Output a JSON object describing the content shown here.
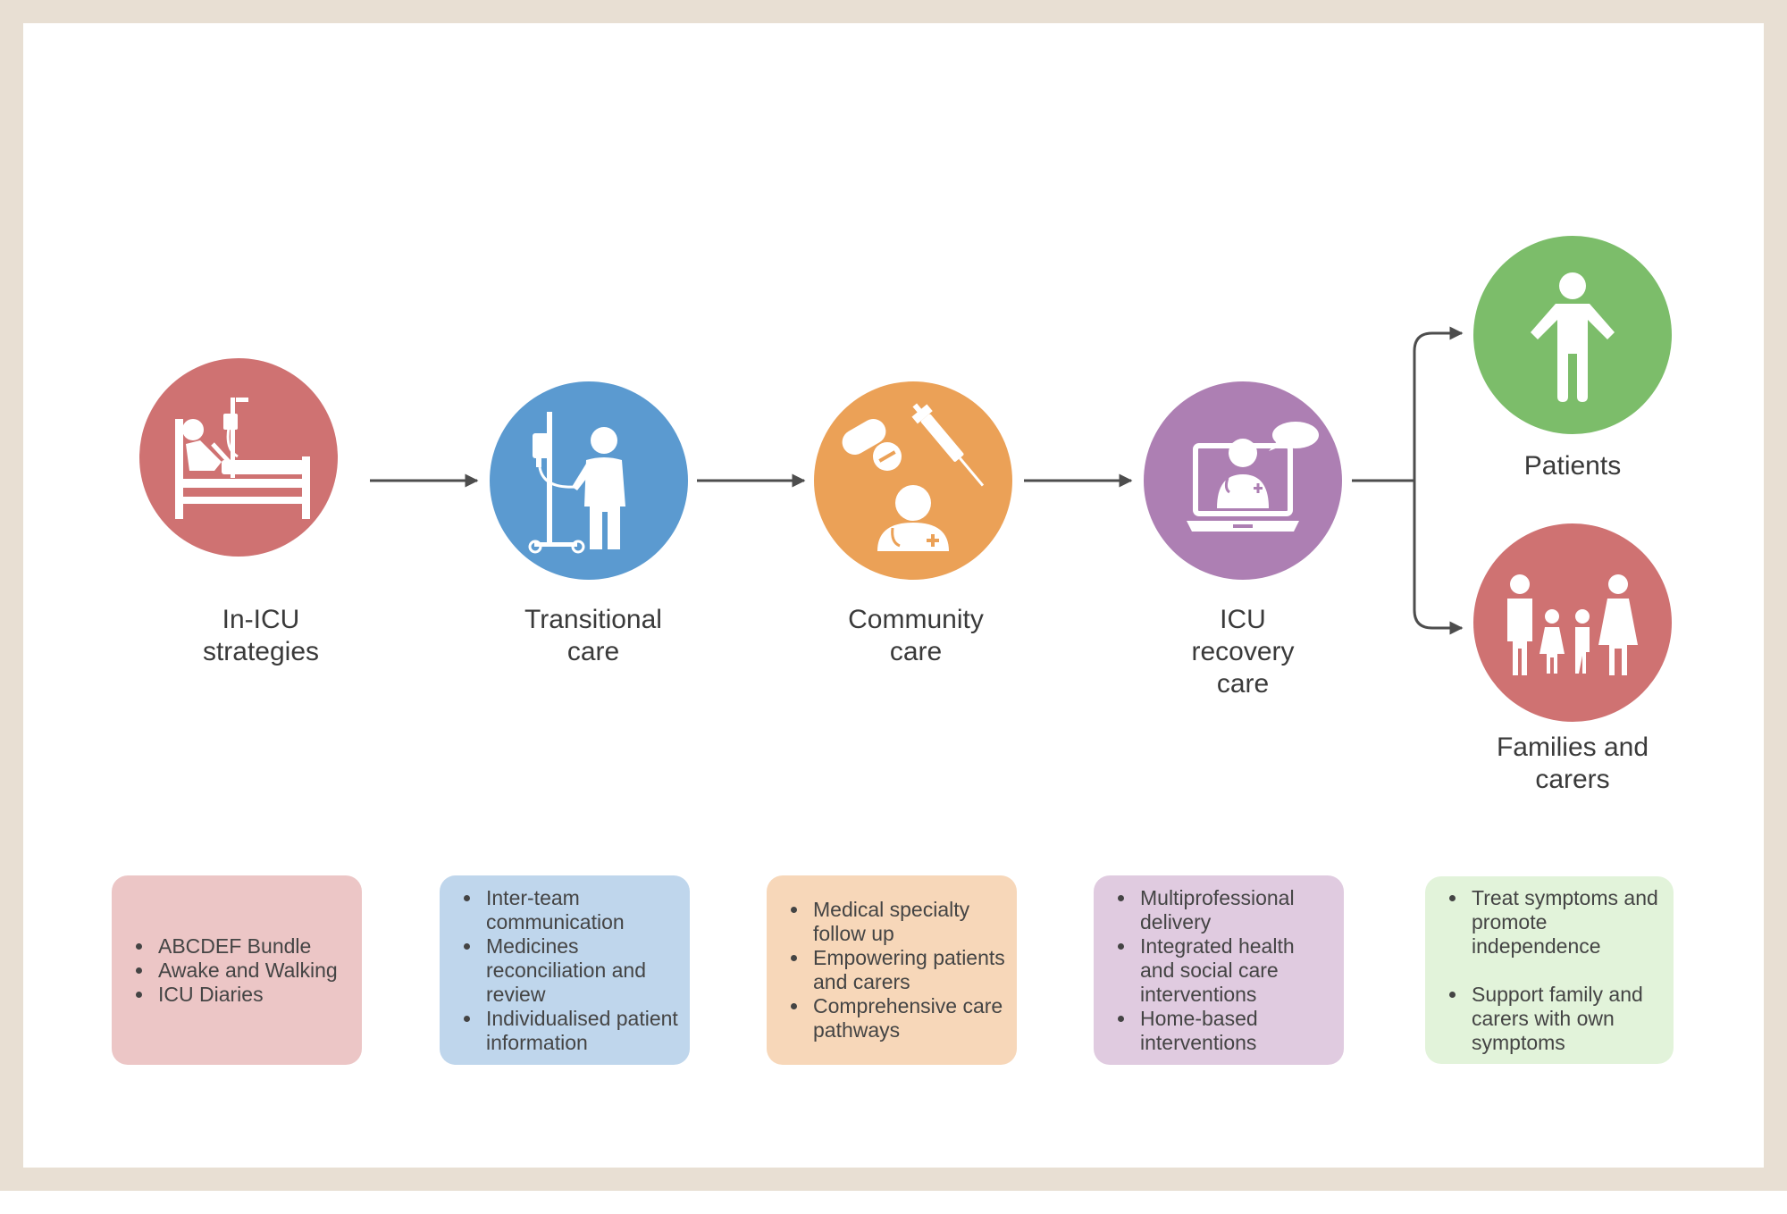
{
  "colors": {
    "frame": "#e8dfd3",
    "arrow": "#4d4d4d",
    "in_icu": "#cf7272",
    "transitional": "#5b9ad0",
    "community": "#eba157",
    "icu_recovery": "#ad7fb3",
    "patients": "#7cbd6a",
    "families": "#cf7272",
    "box_in_icu": "#ecc6c6",
    "box_transitional": "#bfd6ec",
    "box_community": "#f7d7b9",
    "box_icu_recovery": "#e0cbe0",
    "box_patients": "#e2f3da"
  },
  "stages": [
    {
      "id": "in-icu",
      "label_lines": [
        "In-ICU",
        "strategies"
      ],
      "icon": "hospital-bed-icon"
    },
    {
      "id": "transitional",
      "label_lines": [
        "Transitional",
        "care"
      ],
      "icon": "iv-drip-patient-icon"
    },
    {
      "id": "community",
      "label_lines": [
        "Community",
        "care"
      ],
      "icon": "doctor-medicine-icon"
    },
    {
      "id": "icu-recovery",
      "label_lines": [
        "ICU",
        "recovery",
        "care"
      ],
      "icon": "telehealth-laptop-icon"
    }
  ],
  "outcomes": [
    {
      "id": "patients",
      "label_lines": [
        "Patients"
      ],
      "icon": "person-icon"
    },
    {
      "id": "families",
      "label_lines": [
        "Families and",
        "carers"
      ],
      "icon": "family-icon"
    }
  ],
  "boxes": [
    {
      "id": "in-icu",
      "items": [
        "ABCDEF Bundle",
        "Awake and Walking",
        "ICU Diaries"
      ]
    },
    {
      "id": "transitional",
      "items": [
        "Inter-team communication",
        "Medicines reconciliation and review",
        "Individualised patient information"
      ]
    },
    {
      "id": "community",
      "items": [
        "Medical specialty follow up",
        "Empowering patients and carers",
        "Comprehensive care pathways"
      ]
    },
    {
      "id": "icu-recovery",
      "items": [
        "Multiprofessional delivery",
        "Integrated health and social care interventions",
        "Home-based interventions"
      ]
    },
    {
      "id": "patients",
      "items": [
        "Treat symptoms and promote independence",
        "Support family and carers with own symptoms"
      ]
    }
  ]
}
